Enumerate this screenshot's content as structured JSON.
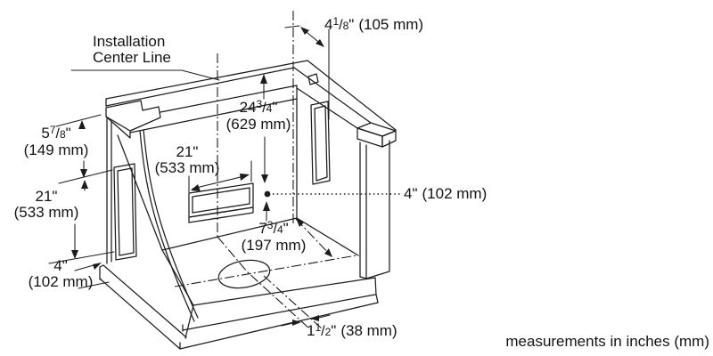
{
  "note": "measurements in inches (mm)",
  "glyphs": {
    "slash": "/"
  },
  "annotations": {
    "center_line": {
      "line1": "Installation",
      "line2": "Center Line"
    }
  },
  "dims": {
    "top_offset": {
      "whole": "4",
      "num": "1",
      "den": "8",
      "unit": "\"",
      "metric": "(105 mm)"
    },
    "niche_height": {
      "whole": "24",
      "num": "3",
      "den": "4",
      "unit": "\"",
      "metric": "(629 mm)"
    },
    "slot_width": {
      "value": "21\"",
      "metric": "(533 mm)"
    },
    "side_top": {
      "whole": "5",
      "num": "7",
      "den": "8",
      "unit": "\"",
      "metric": "(149 mm)"
    },
    "side_slot": {
      "value": "21\"",
      "metric": "(533 mm)"
    },
    "side_bottom": {
      "value": "4\"",
      "metric": "(102 mm)"
    },
    "hole_right": {
      "value": "4\"",
      "metric": "(102 mm)"
    },
    "hole_depth": {
      "whole": "7",
      "num": "3",
      "den": "4",
      "unit": "\"",
      "metric": "(197 mm)"
    },
    "hole_offset": {
      "whole": "1",
      "num": "1",
      "den": "2",
      "unit": "\"",
      "metric": "(38 mm)"
    }
  },
  "colors": {
    "line": "#1c1c1c",
    "background": "#ffffff",
    "text": "#141414"
  }
}
